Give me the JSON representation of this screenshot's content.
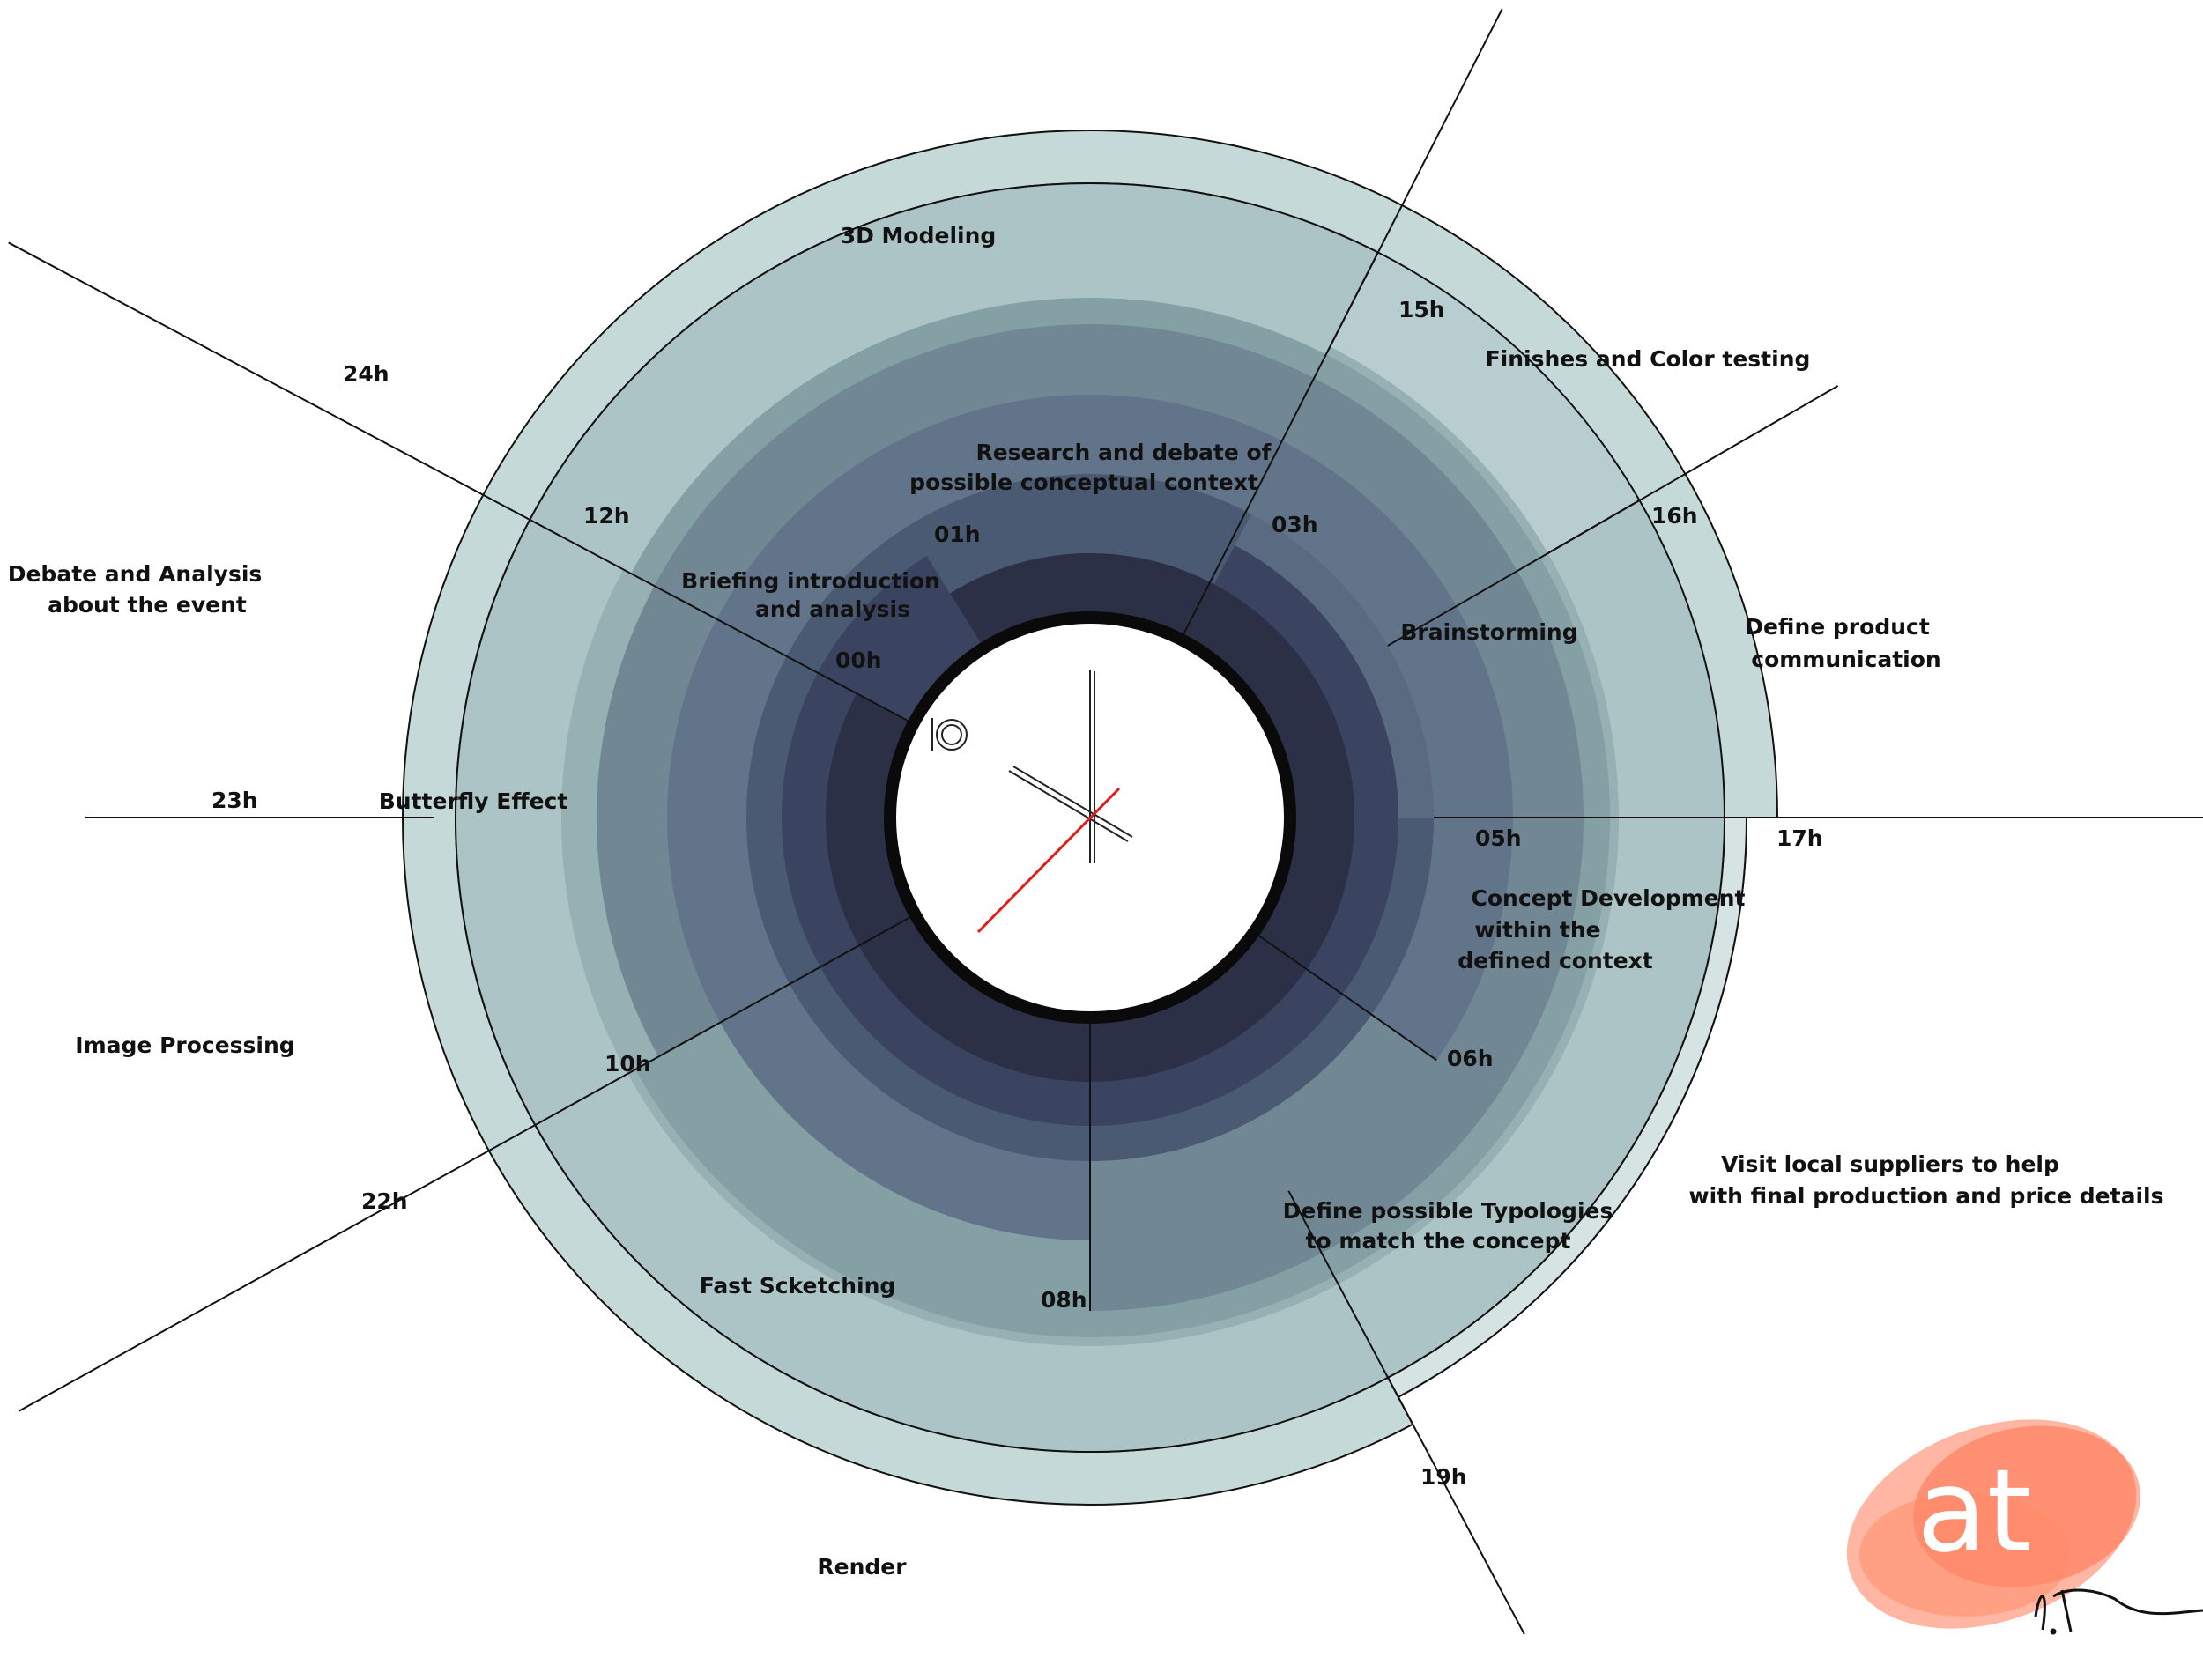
{
  "colors": {
    "outer": "#e9efef",
    "outer2": "#d6e3e3",
    "outer3": "#c5d9d9",
    "mid_top": "#97b0b4",
    "mid_right_top": "#acc4c6",
    "mid_right": "#b8cdd0",
    "mid_left": "#85a0a5",
    "mid_bottom": "#718894",
    "inner_top": "#3a4460",
    "inner_right": "#4a5a72",
    "inner_right2": "#5a6a80",
    "inner_right3": "#62748a",
    "inner_left_tip": "#2c3046",
    "clock_hand_red": "#e21b1b",
    "logo_orange": "#ff7a55"
  },
  "ticks": {
    "t00": "00h",
    "t01": "01h",
    "t03": "03h",
    "t05": "05h",
    "t06": "06h",
    "t08": "08h",
    "t10": "10h",
    "t12": "12h",
    "t15": "15h",
    "t16": "16h",
    "t17": "17h",
    "t19": "19h",
    "t22": "22h",
    "t23": "23h",
    "t24": "24h"
  },
  "labels": {
    "briefing_1": "Briefing introduction",
    "briefing_2": "and analysis",
    "research_1": "Research and debate of",
    "research_2": "possible conceptual context",
    "brainstorming": "Brainstorming",
    "concept_1": "Concept Development",
    "concept_2": "within the",
    "concept_3": "defined context",
    "typologies_1": "Define possible Typologies",
    "typologies_2": "to match the concept",
    "fast_sketching": "Fast Scketching",
    "butterfly": "Butterfly Effect",
    "modeling": "3D Modeling",
    "finishes": "Finishes and Color testing",
    "define_comm_1": "Define product",
    "define_comm_2": "communication",
    "visit_1": "Visit local suppliers to help",
    "visit_2": "with final production and price details",
    "render": "Render",
    "image_processing": "Image Processing",
    "debate_1": "Debate and Analysis",
    "debate_2": "about the event"
  },
  "logo": {
    "text": "at"
  },
  "icons": {
    "clock": "clock-icon",
    "logo_mark": "logo-mark",
    "signature": "signature-mark"
  }
}
